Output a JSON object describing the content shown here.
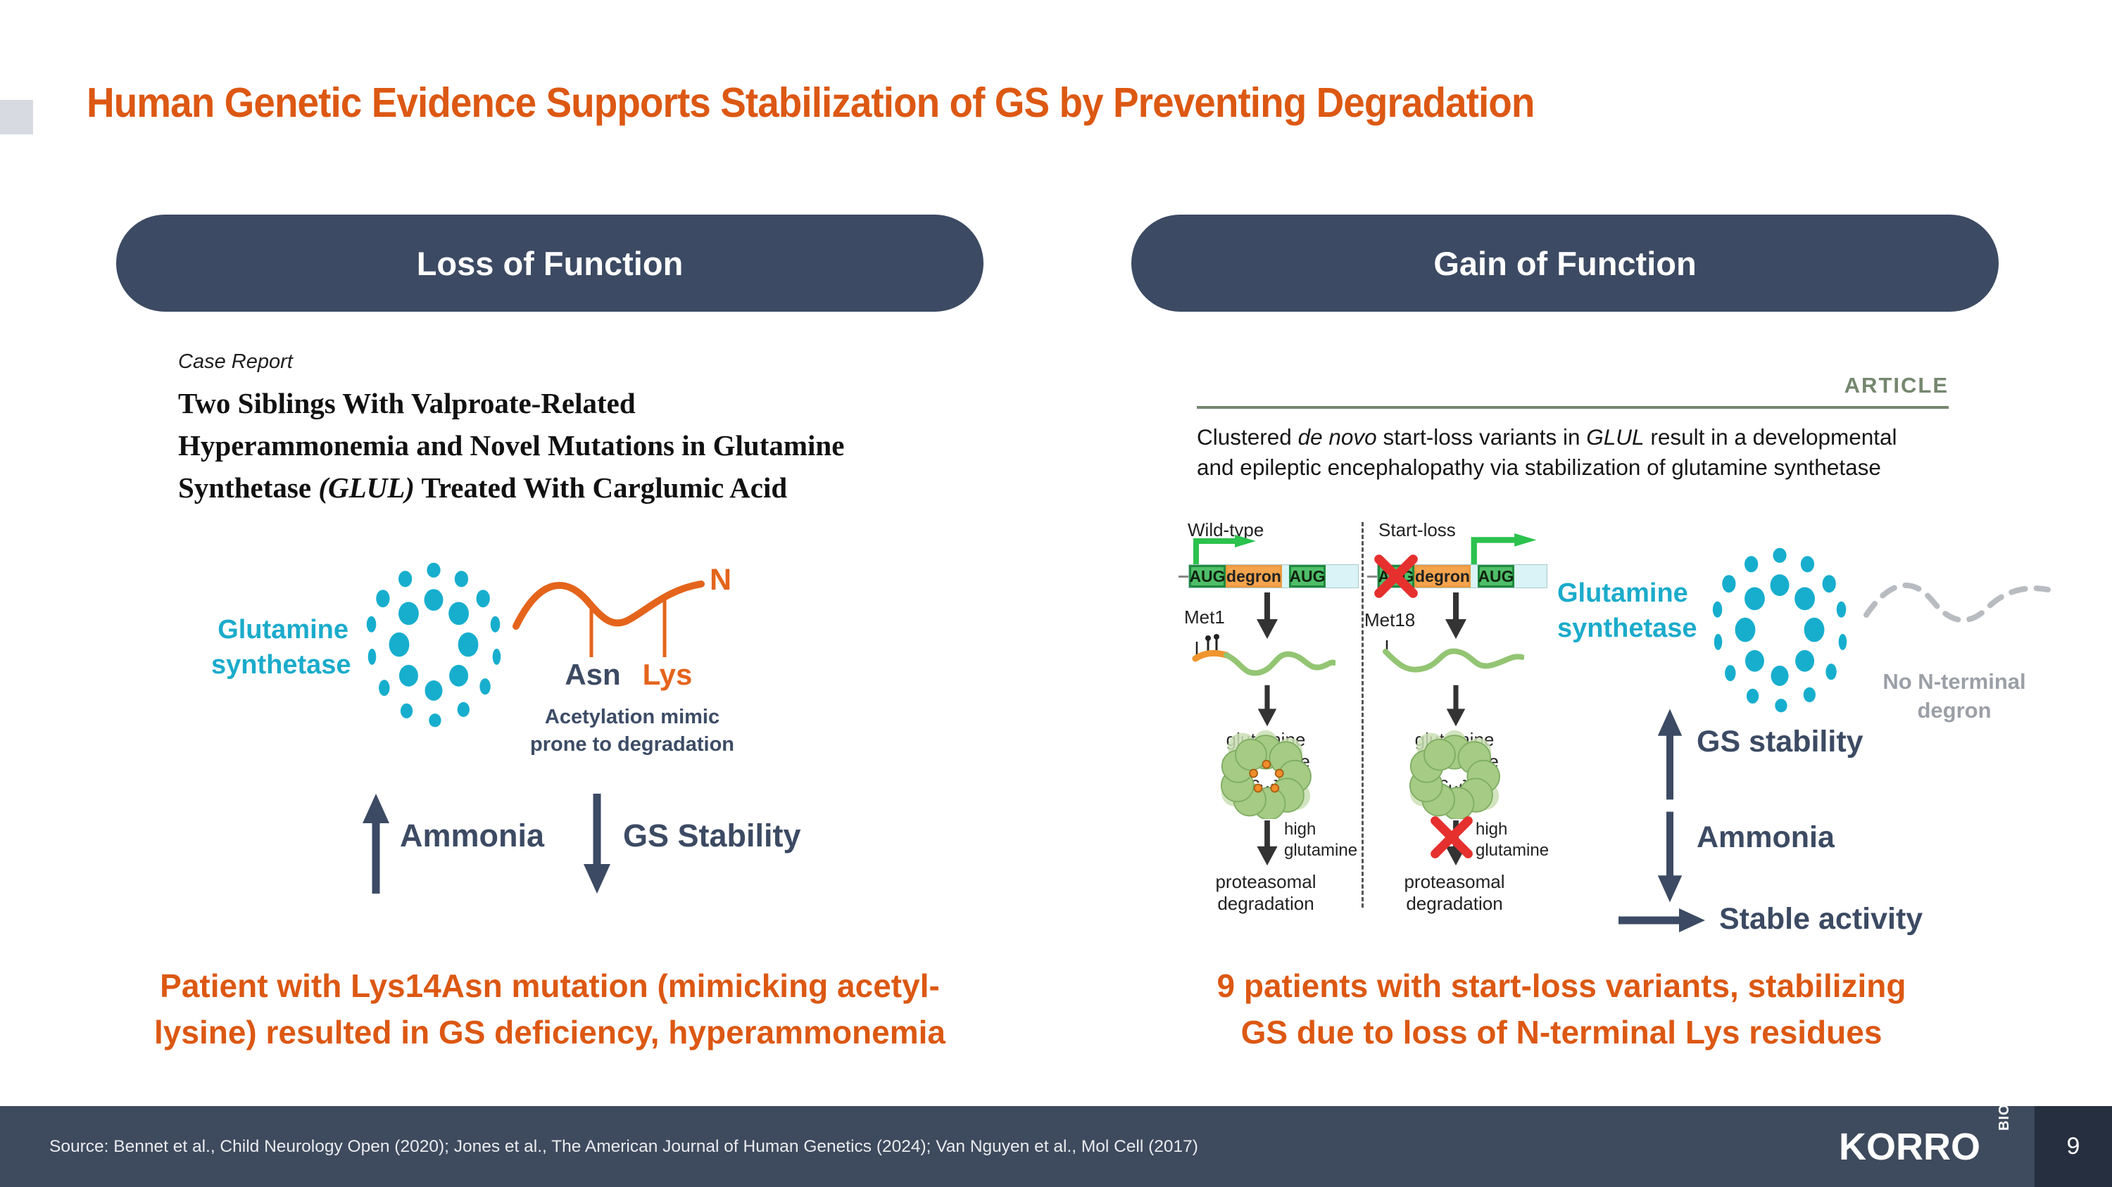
{
  "slide": {
    "title": "Human Genetic Evidence Supports Stabilization of GS by Preventing Degradation"
  },
  "left": {
    "header": "Loss of Function",
    "case_report": "Case Report",
    "paper": {
      "line1": "Two Siblings With Valproate-Related",
      "line2": "Hyperammonemia and Novel Mutations in Glutamine",
      "line3_pre": "Synthetase ",
      "line3_italic": "(GLUL)",
      "line3_post": " Treated With Carglumic Acid"
    },
    "diagram": {
      "label1": "Glutamine",
      "label2": "synthetase",
      "n_terminus": "N",
      "asn": "Asn",
      "lys": "Lys",
      "caption1": "Acetylation mimic",
      "caption2": "prone to degradation"
    },
    "outcome_up": "Ammonia",
    "outcome_down": "GS Stability",
    "takeaway1": "Patient with Lys14Asn mutation (mimicking acetyl-",
    "takeaway2": "lysine) resulted in GS deficiency, hyperammonemia"
  },
  "right": {
    "header": "Gain of Function",
    "article_label": "ARTICLE",
    "paper": {
      "pre": "Clustered ",
      "it1": "de novo",
      "mid": " start-loss variants in ",
      "it2": "GLUL",
      "post": " result in a developmental",
      "line2": "and epileptic encephalopathy via stabilization of glutamine synthetase"
    },
    "pathway": {
      "wt": {
        "label": "Wild-type",
        "aug1": "AUG",
        "degron": "degron",
        "aug2": "AUG",
        "met": "Met1",
        "decamer1": "glutamine synthetase",
        "decamer2": "decamer",
        "high1": "high",
        "high2": "glutamine",
        "deg1": "proteasomal",
        "deg2": "degradation"
      },
      "sl": {
        "label": "Start-loss",
        "aug1": "AUG",
        "degron": "degron",
        "aug2": "AUG",
        "met": "Met18",
        "decamer1": "glutamine synthetase",
        "decamer2": "decamer",
        "high1": "high",
        "high2": "glutamine",
        "deg1": "proteasomal",
        "deg2": "degradation"
      }
    },
    "gs": {
      "label1": "Glutamine",
      "label2": "synthetase",
      "nodegron1": "No N-terminal",
      "nodegron2": "degron"
    },
    "outcome_up": "GS stability",
    "outcome_down": "Ammonia",
    "outcome_right": "Stable activity",
    "takeaway1": "9 patients with start-loss variants, stabilizing",
    "takeaway2": "GS due to loss of N-terminal Lys residues"
  },
  "footer": {
    "source": "Source: Bennet et  al., Child Neurology Open (2020); Jones et al., The American Journal of Human Genetics (2024); Van Nguyen et al., Mol Cell (2017)",
    "brand": "KORRO",
    "brand_sub": "BIO",
    "page": "9"
  },
  "colors": {
    "accent_orange": "#DC5813",
    "navy": "#3C4A63",
    "cyan": "#1BABCB",
    "sage": "#75876F",
    "footer_navy": "#3E4A5D",
    "page_panel_navy": "#252F40"
  }
}
